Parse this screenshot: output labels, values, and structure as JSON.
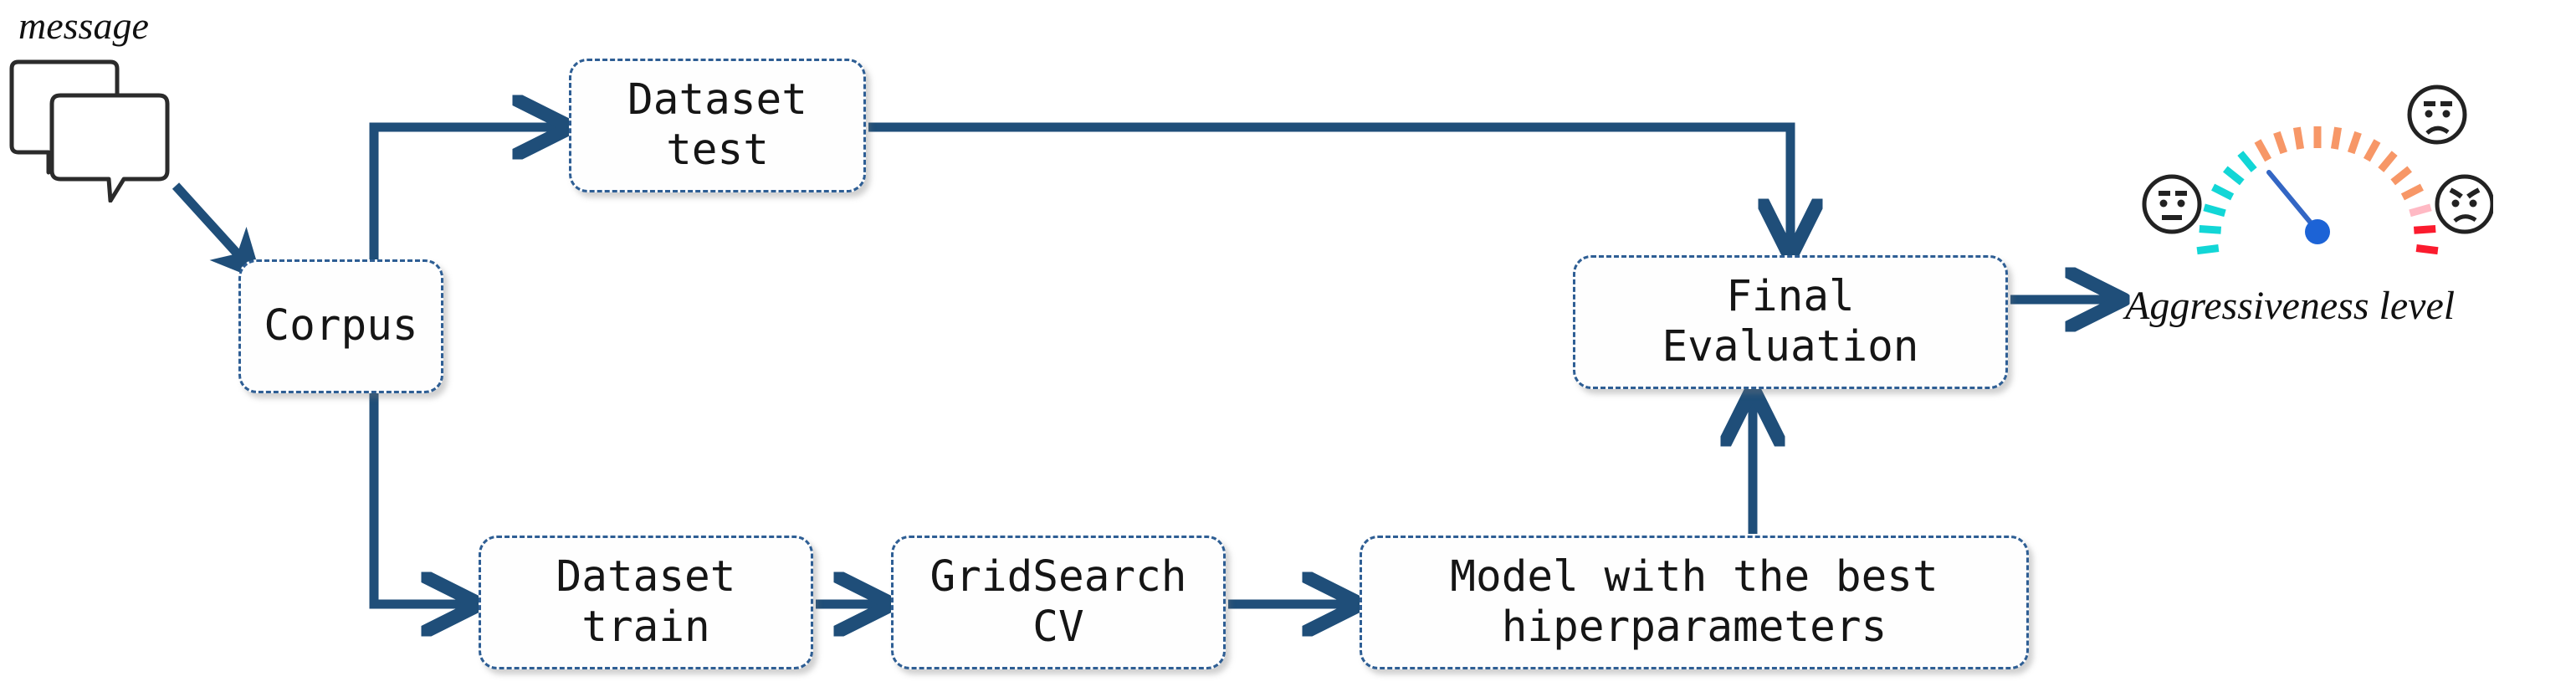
{
  "diagram": {
    "title": "Aggressiveness detection pipeline",
    "accent_color": "#1F4E79",
    "node_border_color": "#2E5E94",
    "input_label": "message",
    "output_label": "Aggressiveness level",
    "nodes": [
      {
        "id": "corpus",
        "label": "Corpus"
      },
      {
        "id": "dataset_test",
        "label": "Dataset\ntest"
      },
      {
        "id": "dataset_train",
        "label": "Dataset\ntrain"
      },
      {
        "id": "gridsearch",
        "label": "GridSearch\nCV"
      },
      {
        "id": "best_model",
        "label": "Model with the best\nhiperparameters"
      },
      {
        "id": "final_eval",
        "label": "Final\nEvaluation"
      }
    ],
    "edges": [
      {
        "from": "message",
        "to": "corpus"
      },
      {
        "from": "corpus",
        "to": "dataset_test"
      },
      {
        "from": "corpus",
        "to": "dataset_train"
      },
      {
        "from": "dataset_train",
        "to": "gridsearch"
      },
      {
        "from": "gridsearch",
        "to": "best_model"
      },
      {
        "from": "best_model",
        "to": "final_eval"
      },
      {
        "from": "dataset_test",
        "to": "final_eval"
      },
      {
        "from": "final_eval",
        "to": "aggressiveness_level"
      }
    ],
    "icons": {
      "message": "speech-bubbles-icon",
      "gauge": "aggressiveness-gauge-icon",
      "face_neutral": "neutral-face-icon",
      "face_worried": "worried-face-icon",
      "face_angry": "angry-face-icon"
    },
    "gauge": {
      "zones": [
        {
          "name": "low",
          "color": "#12D6D6"
        },
        {
          "name": "medium",
          "color": "#F79767"
        },
        {
          "name": "high",
          "color": "#FB1B2E"
        }
      ],
      "needle_color": "#2060C8",
      "needle_direction": "upper-left"
    }
  }
}
